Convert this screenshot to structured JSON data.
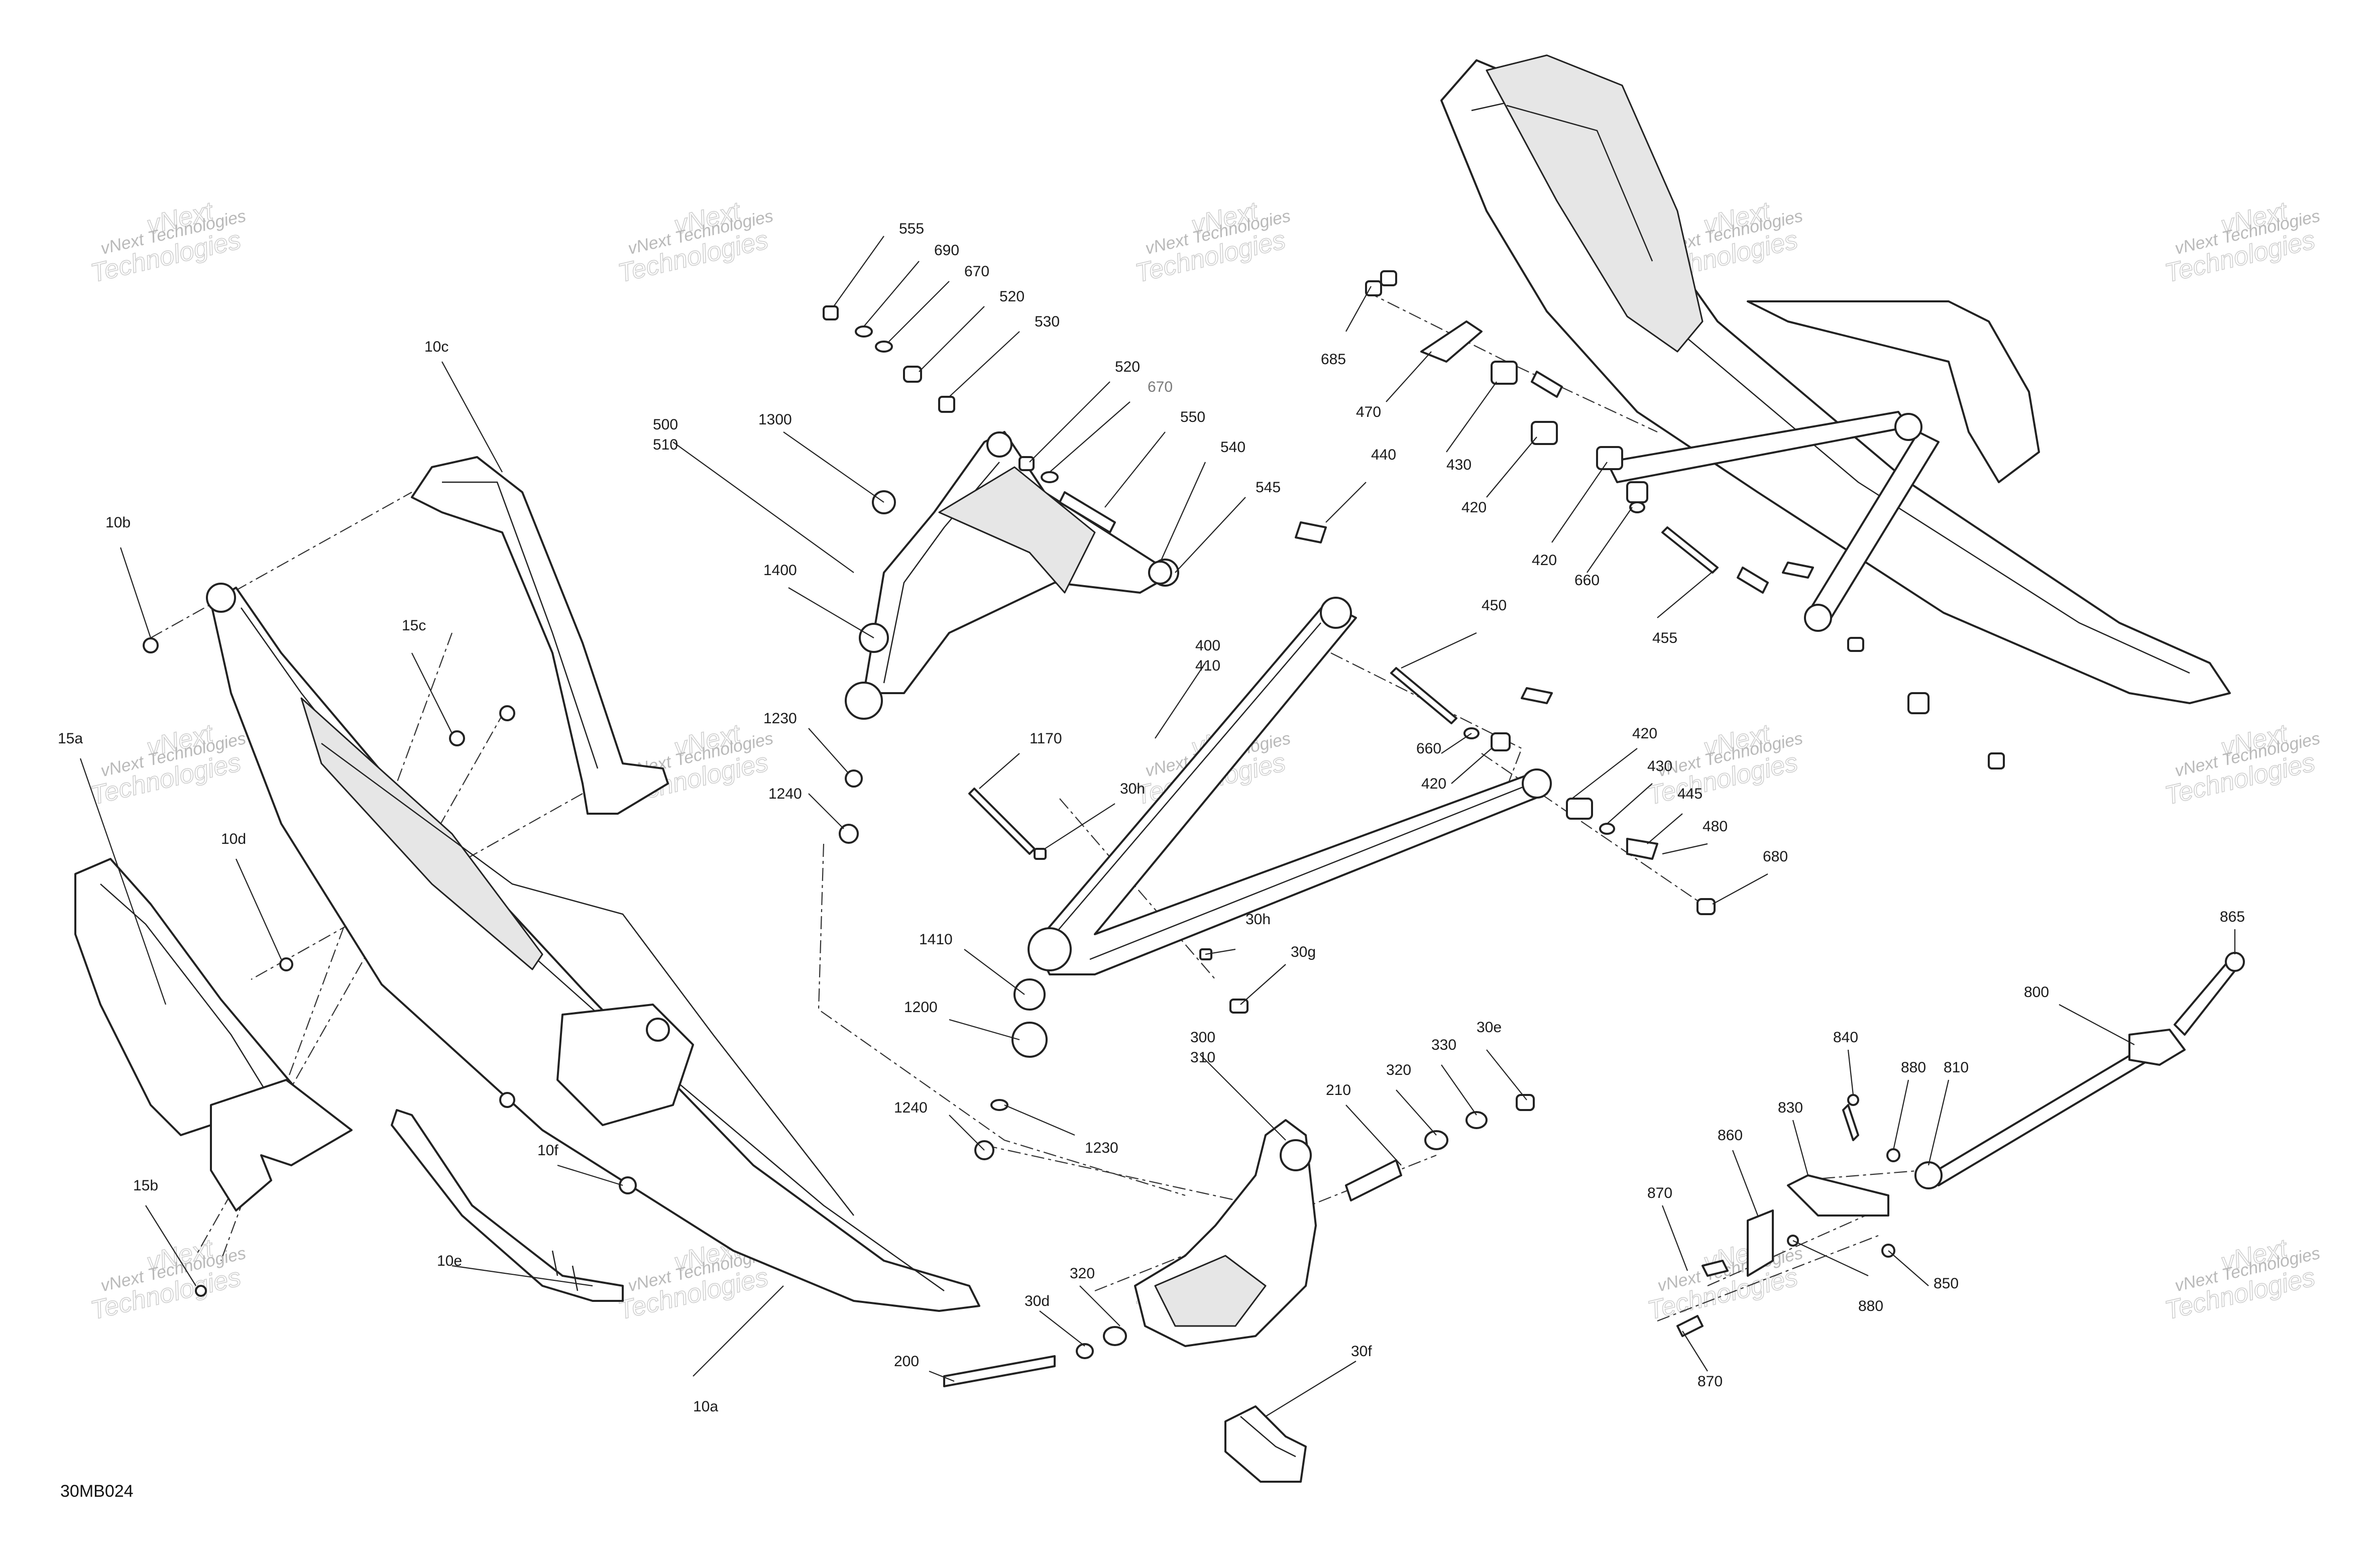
{
  "diagram_ref": "30MB024",
  "watermark": {
    "line1": "vNext Technologies",
    "line2": "vNext",
    "line3": "Technologies"
  },
  "colors": {
    "ink": "#222222",
    "watermark": "#cfcfcf",
    "grey_label": "#7a7a7a"
  },
  "callouts": [
    {
      "id": "555",
      "text": "555"
    },
    {
      "id": "690",
      "text": "690"
    },
    {
      "id": "670a",
      "text": "670"
    },
    {
      "id": "520a",
      "text": "520"
    },
    {
      "id": "530",
      "text": "530"
    },
    {
      "id": "520b",
      "text": "520"
    },
    {
      "id": "670b",
      "text": "670",
      "muted": true
    },
    {
      "id": "550",
      "text": "550"
    },
    {
      "id": "540",
      "text": "540"
    },
    {
      "id": "545",
      "text": "545"
    },
    {
      "id": "1300",
      "text": "1300"
    },
    {
      "id": "500",
      "text": "500"
    },
    {
      "id": "510",
      "text": "510"
    },
    {
      "id": "1400",
      "text": "1400"
    },
    {
      "id": "1230a",
      "text": "1230"
    },
    {
      "id": "1240a",
      "text": "1240"
    },
    {
      "id": "10c",
      "text": "10c"
    },
    {
      "id": "10b",
      "text": "10b"
    },
    {
      "id": "15c",
      "text": "15c"
    },
    {
      "id": "15a",
      "text": "15a"
    },
    {
      "id": "10d",
      "text": "10d"
    },
    {
      "id": "10f",
      "text": "10f"
    },
    {
      "id": "10e",
      "text": "10e"
    },
    {
      "id": "15b",
      "text": "15b"
    },
    {
      "id": "10a",
      "text": "10a"
    },
    {
      "id": "685",
      "text": "685"
    },
    {
      "id": "470",
      "text": "470"
    },
    {
      "id": "440",
      "text": "440"
    },
    {
      "id": "430a",
      "text": "430"
    },
    {
      "id": "420a",
      "text": "420"
    },
    {
      "id": "420b",
      "text": "420"
    },
    {
      "id": "660a",
      "text": "660"
    },
    {
      "id": "455",
      "text": "455"
    },
    {
      "id": "450",
      "text": "450"
    },
    {
      "id": "400",
      "text": "400"
    },
    {
      "id": "410",
      "text": "410"
    },
    {
      "id": "1170",
      "text": "1170"
    },
    {
      "id": "30h_a",
      "text": "30h"
    },
    {
      "id": "660b",
      "text": "660"
    },
    {
      "id": "420c",
      "text": "420"
    },
    {
      "id": "420d",
      "text": "420"
    },
    {
      "id": "430b",
      "text": "430"
    },
    {
      "id": "445",
      "text": "445"
    },
    {
      "id": "480",
      "text": "480"
    },
    {
      "id": "680",
      "text": "680"
    },
    {
      "id": "1410",
      "text": "1410"
    },
    {
      "id": "30h_b",
      "text": "30h"
    },
    {
      "id": "30g",
      "text": "30g"
    },
    {
      "id": "1200",
      "text": "1200"
    },
    {
      "id": "1240b",
      "text": "1240"
    },
    {
      "id": "1230b",
      "text": "1230"
    },
    {
      "id": "300",
      "text": "300"
    },
    {
      "id": "310",
      "text": "310"
    },
    {
      "id": "210",
      "text": "210"
    },
    {
      "id": "320a",
      "text": "320"
    },
    {
      "id": "330",
      "text": "330"
    },
    {
      "id": "30e",
      "text": "30e"
    },
    {
      "id": "320b",
      "text": "320"
    },
    {
      "id": "30d",
      "text": "30d"
    },
    {
      "id": "200",
      "text": "200"
    },
    {
      "id": "30f",
      "text": "30f"
    },
    {
      "id": "865",
      "text": "865"
    },
    {
      "id": "800",
      "text": "800"
    },
    {
      "id": "840",
      "text": "840"
    },
    {
      "id": "880a",
      "text": "880"
    },
    {
      "id": "810",
      "text": "810"
    },
    {
      "id": "830",
      "text": "830"
    },
    {
      "id": "860",
      "text": "860"
    },
    {
      "id": "870a",
      "text": "870"
    },
    {
      "id": "880b",
      "text": "880"
    },
    {
      "id": "850",
      "text": "850"
    },
    {
      "id": "870b",
      "text": "870"
    }
  ]
}
